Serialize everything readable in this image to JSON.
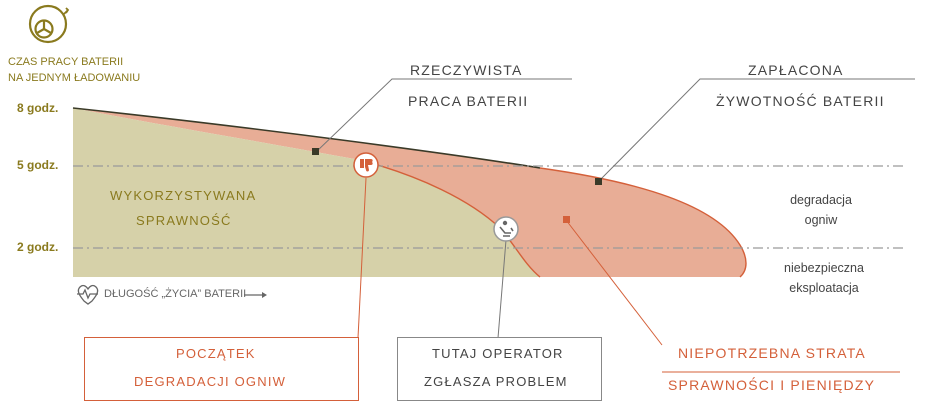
{
  "axis": {
    "title_line1": "CZAS PRACY BATERII",
    "title_line2": "NA JEDNYM ŁADOWANIU",
    "y_labels": [
      "8 godz.",
      "5 godz.",
      "2 godz."
    ],
    "x_label": "DŁUGOŚĆ „ŻYCIA” BATERII"
  },
  "callouts": {
    "actual_line1": "RZECZYWISTA",
    "actual_line2": "PRACA BATERII",
    "paid_line1": "ZAPŁACONA",
    "paid_line2": "ŻYWOTNOŚĆ BATERII",
    "used_line1": "WYKORZYSTYWANA",
    "used_line2": "SPRAWNOŚĆ",
    "degradation_start_line1": "POCZĄTEK",
    "degradation_start_line2": "DEGRADACJI OGNIW",
    "operator_line1": "TUTAJ OPERATOR",
    "operator_line2": "ZGŁASZA PROBLEM",
    "loss_line1": "NIEPOTRZEBNA STRATA",
    "loss_line2": "SPRAWNOŚCI I PIENIĘDZY"
  },
  "zones": {
    "degradation_line1": "degradacja",
    "degradation_line2": "ogniw",
    "dangerous_line1": "niebezpieczna",
    "dangerous_line2": "eksploatacja"
  },
  "colors": {
    "olive": "#8a7a1e",
    "used_fill": "#d6d1a9",
    "loss_fill": "#e8ad96",
    "orange": "#d4603a",
    "dark_line": "#3a3a28",
    "gray": "#777777"
  },
  "icons": [
    "battery-cycle-logo-icon",
    "thumbs-down-icon",
    "operator-icon",
    "heartbeat-icon",
    "arrow-right-icon"
  ]
}
